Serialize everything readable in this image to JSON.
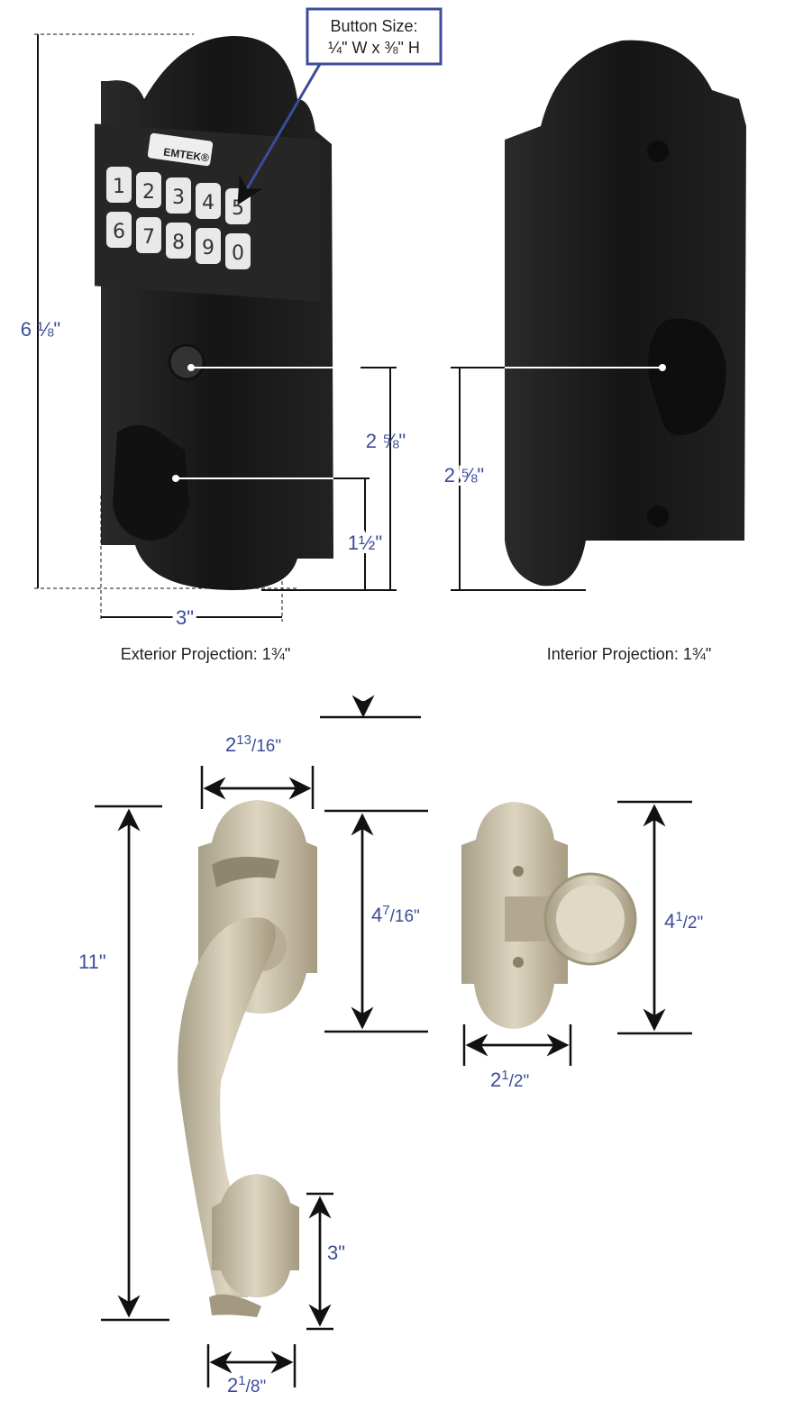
{
  "callout": {
    "line1": "Button Size:",
    "line2": "¼\" W x ⅜\" H"
  },
  "keypad": {
    "brand": "EMTEK®",
    "keys": [
      "1",
      "2",
      "3",
      "4",
      "5",
      "6",
      "7",
      "8",
      "9",
      "0"
    ]
  },
  "deadbolt_dimensions": {
    "height": "6 ⅛\"",
    "width": "3\"",
    "exterior_center_to_bottom": "2 ⅝\"",
    "thumbturn_to_bottom": "1½\"",
    "interior_center_to_bottom": "2 ⅝\""
  },
  "captions": {
    "exterior": "Exterior Projection: 1¾\"",
    "interior": "Interior Projection: 1¾\""
  },
  "handleset_dimensions": {
    "plate_width": {
      "whole": "2",
      "num": "13",
      "den": "/16\""
    },
    "overall_height": "11\"",
    "plate_height": {
      "whole": "4",
      "num": "7",
      "den": "/16\""
    },
    "knob_plate_height": {
      "whole": "4",
      "num": "1",
      "den": "/2\""
    },
    "knob_plate_width": {
      "whole": "2",
      "num": "1",
      "den": "/2\""
    },
    "bottom_plate_height": "3\"",
    "bottom_plate_width": {
      "whole": "2",
      "num": "1",
      "den": "/8\""
    }
  },
  "colors": {
    "dimension_text": "#3b4c9b",
    "lock_finish": "#1c1c1c",
    "handle_finish": "#c9bfa6"
  }
}
